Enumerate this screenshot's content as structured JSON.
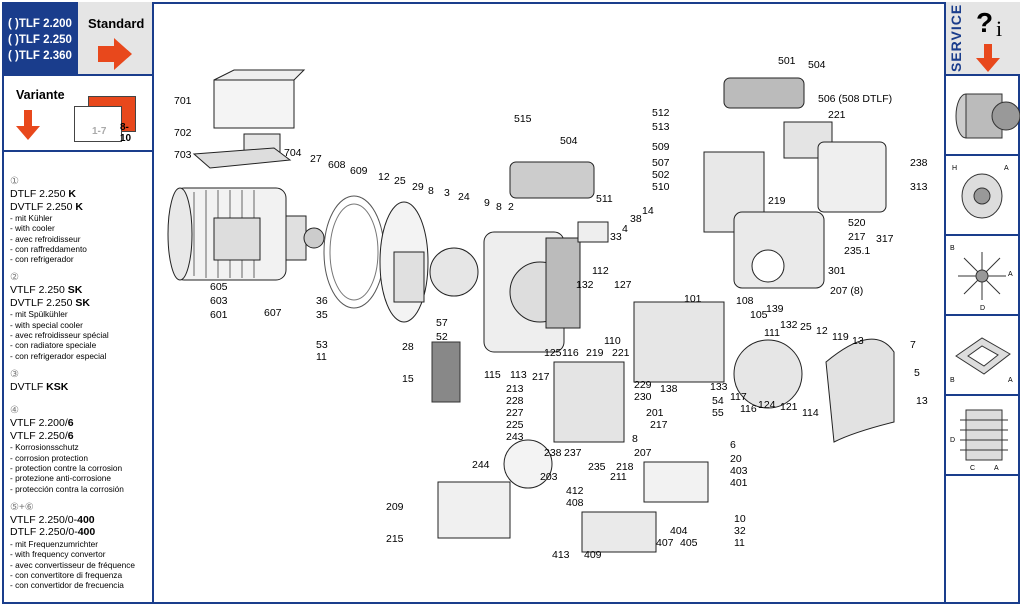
{
  "header": {
    "models": [
      "( )TLF 2.200",
      "( )TLF 2.250",
      "( )TLF 2.360"
    ],
    "standard_label": "Standard",
    "variante_label": "Variante",
    "variante_range_a": "1-7",
    "variante_range_b": "8-10",
    "service_label": "SERVICE"
  },
  "colors": {
    "brand_blue": "#1a3d8c",
    "accent_orange": "#e8481c",
    "panel_grey": "#e5e5e5"
  },
  "variants": [
    {
      "marker": "①",
      "lines": [
        {
          "prefix": "DTLF 2.250 ",
          "suffix": "K"
        },
        {
          "prefix": "DVTLF 2.250 ",
          "suffix": "K"
        }
      ],
      "notes": [
        "- mit Kühler",
        "- with cooler",
        "- avec refroidisseur",
        "- con raffreddamento",
        "- con refrigerador"
      ]
    },
    {
      "marker": "②",
      "lines": [
        {
          "prefix": "VTLF 2.250 ",
          "suffix": "SK"
        },
        {
          "prefix": "DVTLF 2.250 ",
          "suffix": "SK"
        }
      ],
      "notes": [
        "- mit Spülkühler",
        "- with special cooler",
        "- avec refroidisseur spécial",
        "- con radiatore speciale",
        "- con refrigerador especial"
      ]
    },
    {
      "marker": "③",
      "lines": [
        {
          "prefix": "DVTLF ",
          "suffix": "KSK"
        }
      ],
      "notes": []
    },
    {
      "marker": "④",
      "lines": [
        {
          "prefix": "VTLF 2.200/",
          "suffix": "6"
        },
        {
          "prefix": "VTLF 2.250/",
          "suffix": "6"
        }
      ],
      "notes": [
        "- Korrosionsschutz",
        "- corrosion protection",
        "- protection contre la corrosion",
        "- protezione anti-corrosione",
        "- protección contra la corrosión"
      ]
    },
    {
      "marker": "⑤+⑥",
      "lines": [
        {
          "prefix": "VTLF 2.250/0-",
          "suffix": "400"
        },
        {
          "prefix": "DTLF 2.250/0-",
          "suffix": "400"
        }
      ],
      "notes": [
        "- mit Frequenzumrichter",
        "- with frequency convertor",
        "- avec convertisseur de fréquence",
        "- con convertitore di frequenza",
        "- con convertidor de frecuencia"
      ]
    }
  ],
  "callouts": [
    {
      "id": "c701",
      "text": "701"
    },
    {
      "id": "c702",
      "text": "702"
    },
    {
      "id": "c703",
      "text": "703"
    },
    {
      "id": "c704",
      "text": "704"
    },
    {
      "id": "c27",
      "text": "27"
    },
    {
      "id": "c608",
      "text": "608"
    },
    {
      "id": "c609",
      "text": "609"
    },
    {
      "id": "c12a",
      "text": "12"
    },
    {
      "id": "c25a",
      "text": "25"
    },
    {
      "id": "c29",
      "text": "29"
    },
    {
      "id": "c8a",
      "text": "8"
    },
    {
      "id": "c3",
      "text": "3"
    },
    {
      "id": "c24",
      "text": "24"
    },
    {
      "id": "c9",
      "text": "9"
    },
    {
      "id": "c8b",
      "text": "8"
    },
    {
      "id": "c2",
      "text": "2"
    },
    {
      "id": "c515",
      "text": "515"
    },
    {
      "id": "c504a",
      "text": "504"
    },
    {
      "id": "c511",
      "text": "511"
    },
    {
      "id": "c501",
      "text": "501"
    },
    {
      "id": "c504b",
      "text": "504"
    },
    {
      "id": "c506",
      "text": "506 (508 DTLF)"
    },
    {
      "id": "c512",
      "text": "512"
    },
    {
      "id": "c513",
      "text": "513"
    },
    {
      "id": "c221a",
      "text": "221"
    },
    {
      "id": "c509",
      "text": "509"
    },
    {
      "id": "c507",
      "text": "507"
    },
    {
      "id": "c502",
      "text": "502"
    },
    {
      "id": "c510",
      "text": "510"
    },
    {
      "id": "c219a",
      "text": "219"
    },
    {
      "id": "c238a",
      "text": "238"
    },
    {
      "id": "c313",
      "text": "313"
    },
    {
      "id": "c520",
      "text": "520"
    },
    {
      "id": "c217a",
      "text": "217"
    },
    {
      "id": "c2351",
      "text": "235.1"
    },
    {
      "id": "c317",
      "text": "317"
    },
    {
      "id": "c14",
      "text": "14"
    },
    {
      "id": "c38",
      "text": "38"
    },
    {
      "id": "c4",
      "text": "4"
    },
    {
      "id": "c33",
      "text": "33"
    },
    {
      "id": "c301",
      "text": "301"
    },
    {
      "id": "c2078",
      "text": "207 (8)"
    },
    {
      "id": "c605",
      "text": "605"
    },
    {
      "id": "c603",
      "text": "603"
    },
    {
      "id": "c601",
      "text": "601"
    },
    {
      "id": "c607",
      "text": "607"
    },
    {
      "id": "c36",
      "text": "36"
    },
    {
      "id": "c35",
      "text": "35"
    },
    {
      "id": "c112",
      "text": "112"
    },
    {
      "id": "c132a",
      "text": "132"
    },
    {
      "id": "c127",
      "text": "127"
    },
    {
      "id": "c101",
      "text": "101"
    },
    {
      "id": "c108",
      "text": "108"
    },
    {
      "id": "c139",
      "text": "139"
    },
    {
      "id": "c105",
      "text": "105"
    },
    {
      "id": "c111",
      "text": "111"
    },
    {
      "id": "c132b",
      "text": "132"
    },
    {
      "id": "c25b",
      "text": "25"
    },
    {
      "id": "c12b",
      "text": "12"
    },
    {
      "id": "c119",
      "text": "119"
    },
    {
      "id": "c13a",
      "text": "13"
    },
    {
      "id": "c7",
      "text": "7"
    },
    {
      "id": "c57",
      "text": "57"
    },
    {
      "id": "c52",
      "text": "52"
    },
    {
      "id": "c53",
      "text": "53"
    },
    {
      "id": "c28",
      "text": "28"
    },
    {
      "id": "c11a",
      "text": "11"
    },
    {
      "id": "c110",
      "text": "110"
    },
    {
      "id": "c125",
      "text": "125"
    },
    {
      "id": "c116a",
      "text": "116"
    },
    {
      "id": "c219b",
      "text": "219"
    },
    {
      "id": "c221b",
      "text": "221"
    },
    {
      "id": "c115",
      "text": "115"
    },
    {
      "id": "c113",
      "text": "113"
    },
    {
      "id": "c217b",
      "text": "217"
    },
    {
      "id": "c15",
      "text": "15"
    },
    {
      "id": "c229",
      "text": "229"
    },
    {
      "id": "c138",
      "text": "138"
    },
    {
      "id": "c133",
      "text": "133"
    },
    {
      "id": "c117",
      "text": "117"
    },
    {
      "id": "c116b",
      "text": "116"
    },
    {
      "id": "c124",
      "text": "124"
    },
    {
      "id": "c121",
      "text": "121"
    },
    {
      "id": "c114",
      "text": "114"
    },
    {
      "id": "c5",
      "text": "5"
    },
    {
      "id": "c13b",
      "text": "13"
    },
    {
      "id": "c213",
      "text": "213"
    },
    {
      "id": "c228",
      "text": "228"
    },
    {
      "id": "c227",
      "text": "227"
    },
    {
      "id": "c225",
      "text": "225"
    },
    {
      "id": "c243",
      "text": "243"
    },
    {
      "id": "c230",
      "text": "230"
    },
    {
      "id": "c201",
      "text": "201"
    },
    {
      "id": "c217c",
      "text": "217"
    },
    {
      "id": "c54",
      "text": "54"
    },
    {
      "id": "c55",
      "text": "55"
    },
    {
      "id": "c238b",
      "text": "238"
    },
    {
      "id": "c237",
      "text": "237"
    },
    {
      "id": "c235",
      "text": "235"
    },
    {
      "id": "c218",
      "text": "218"
    },
    {
      "id": "c8c",
      "text": "8"
    },
    {
      "id": "c207",
      "text": "207"
    },
    {
      "id": "c6",
      "text": "6"
    },
    {
      "id": "c244",
      "text": "244"
    },
    {
      "id": "c203",
      "text": "203"
    },
    {
      "id": "c211",
      "text": "211"
    },
    {
      "id": "c20",
      "text": "20"
    },
    {
      "id": "c403",
      "text": "403"
    },
    {
      "id": "c401",
      "text": "401"
    },
    {
      "id": "c412",
      "text": "412"
    },
    {
      "id": "c408",
      "text": "408"
    },
    {
      "id": "c209",
      "text": "209"
    },
    {
      "id": "c215",
      "text": "215"
    },
    {
      "id": "c404",
      "text": "404"
    },
    {
      "id": "c407",
      "text": "407"
    },
    {
      "id": "c405",
      "text": "405"
    },
    {
      "id": "c10",
      "text": "10"
    },
    {
      "id": "c32",
      "text": "32"
    },
    {
      "id": "c11b",
      "text": "11"
    },
    {
      "id": "c413",
      "text": "413"
    },
    {
      "id": "c409",
      "text": "409"
    }
  ],
  "service_thumbnails": [
    {
      "icon": "motor-thumbnail-icon"
    },
    {
      "icon": "fan-cover-dimension-icon"
    },
    {
      "icon": "impeller-dimension-icon"
    },
    {
      "icon": "flange-gasket-dimension-icon"
    },
    {
      "icon": "terminal-block-dimension-icon"
    }
  ],
  "thumb_dimension_labels": {
    "fan": [
      "H",
      "A"
    ],
    "impeller": [
      "B",
      "A",
      "D"
    ],
    "flange": [
      "B",
      "A"
    ],
    "terminal": [
      "D",
      "C",
      "A"
    ]
  }
}
